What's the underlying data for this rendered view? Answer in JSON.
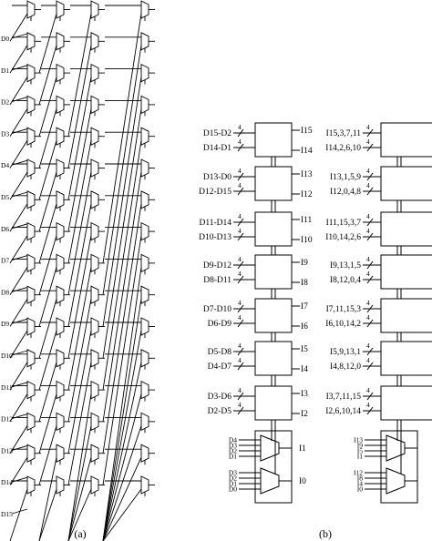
{
  "panel_a": {
    "caption": "(a)",
    "input_labels": [
      "D0",
      "D1",
      "D2",
      "D3",
      "D4",
      "D5",
      "D6",
      "D7",
      "D8",
      "D9",
      "D10",
      "D11",
      "D12",
      "D13",
      "D14",
      "D15"
    ]
  },
  "panel_b": {
    "caption": "(b)",
    "bus_width": "4",
    "left_blocks": [
      {
        "in_top": "D15-D2",
        "in_bot": "D14-D1",
        "out_top": "I15",
        "out_bot": "I14"
      },
      {
        "in_top": "D13-D0",
        "in_bot": "D12-D15",
        "out_top": "I13",
        "out_bot": "I12"
      },
      {
        "in_top": "D11-D14",
        "in_bot": "D10-D13",
        "out_top": "I11",
        "out_bot": "I10"
      },
      {
        "in_top": "D9-D12",
        "in_bot": "D8-D11",
        "out_top": "I9",
        "out_bot": "I8"
      },
      {
        "in_top": "D7-D10",
        "in_bot": "D6-D9",
        "out_top": "I7",
        "out_bot": "I6"
      },
      {
        "in_top": "D5-D8",
        "in_bot": "D4-D7",
        "out_top": "I5",
        "out_bot": "I4"
      },
      {
        "in_top": "D3-D6",
        "in_bot": "D2-D5",
        "out_top": "I3",
        "out_bot": "I2"
      }
    ],
    "left_bottom": {
      "mux1_inputs": [
        "D4",
        "D3",
        "D2",
        "D1"
      ],
      "mux2_inputs": [
        "D3",
        "D2",
        "D1",
        "D0"
      ],
      "out_top": "I1",
      "out_bot": "I0"
    },
    "right_blocks": [
      {
        "in_top": "I15,3,7,11",
        "in_bot": "I14,2,6,10"
      },
      {
        "in_top": "I13,1,5,9",
        "in_bot": "I12,0,4,8"
      },
      {
        "in_top": "I11,15,3,7",
        "in_bot": "I10,14,2,6"
      },
      {
        "in_top": "I9,13,1,5",
        "in_bot": "I8,12,0,4"
      },
      {
        "in_top": "I7,11,15,3",
        "in_bot": "I6,10,14,2"
      },
      {
        "in_top": "I5,9,13,1",
        "in_bot": "I4,8,12,0"
      },
      {
        "in_top": "I3,7,11,15",
        "in_bot": "I2,6,10,14"
      }
    ],
    "right_bottom": {
      "mux1_inputs": [
        "I13",
        "I9",
        "I5",
        "I1"
      ],
      "mux2_inputs": [
        "I12",
        "I8",
        "I4",
        "I0"
      ]
    }
  }
}
